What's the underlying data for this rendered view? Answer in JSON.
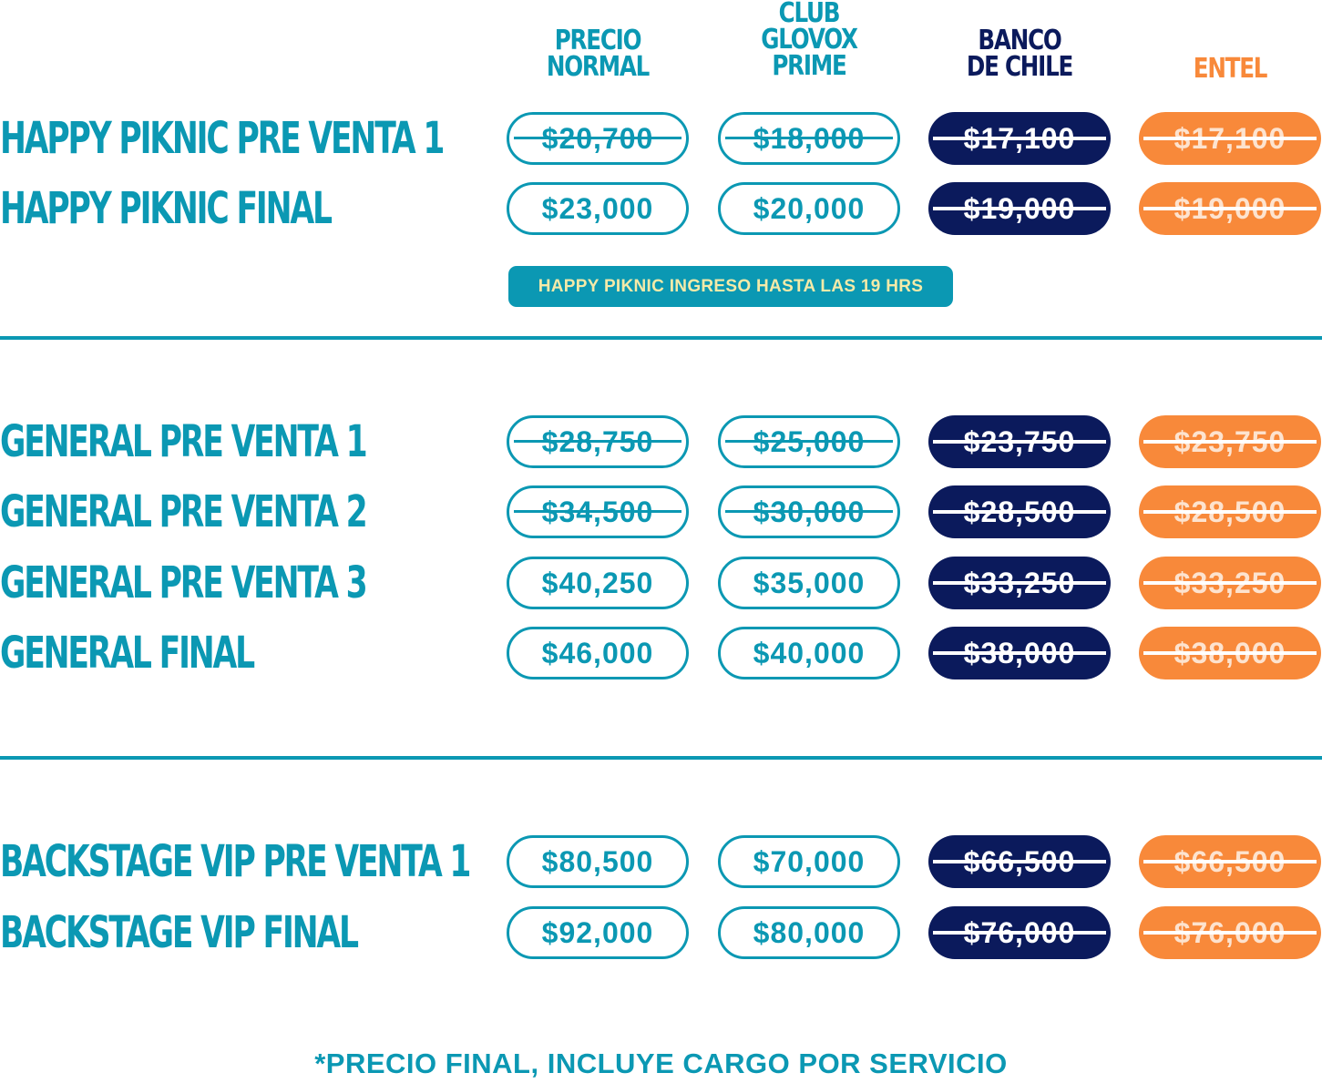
{
  "columns": [
    {
      "lines": [
        "PRECIO",
        "NORMAL"
      ]
    },
    {
      "lines": [
        "CLUB",
        "GLOVOX",
        "PRIME"
      ]
    },
    {
      "lines": [
        "BANCO",
        "DE CHILE"
      ]
    },
    {
      "lines": [
        "ENTEL"
      ]
    }
  ],
  "rows": [
    {
      "label": "HAPPY PIKNIC PRE VENTA 1",
      "prices": [
        "$20,700",
        "$18,000",
        "$17,100",
        "$17,100"
      ],
      "struck": [
        true,
        true,
        true,
        true
      ]
    },
    {
      "label": "HAPPY PIKNIC FINAL",
      "prices": [
        "$23,000",
        "$20,000",
        "$19,000",
        "$19,000"
      ],
      "struck": [
        false,
        false,
        true,
        true
      ]
    },
    {
      "label": "GENERAL PRE VENTA 1",
      "prices": [
        "$28,750",
        "$25,000",
        "$23,750",
        "$23,750"
      ],
      "struck": [
        true,
        true,
        true,
        true
      ]
    },
    {
      "label": "GENERAL PRE VENTA 2",
      "prices": [
        "$34,500",
        "$30,000",
        "$28,500",
        "$28,500"
      ],
      "struck": [
        true,
        true,
        true,
        true
      ]
    },
    {
      "label": "GENERAL PRE VENTA 3",
      "prices": [
        "$40,250",
        "$35,000",
        "$33,250",
        "$33,250"
      ],
      "struck": [
        false,
        false,
        true,
        true
      ]
    },
    {
      "label": "GENERAL FINAL",
      "prices": [
        "$46,000",
        "$40,000",
        "$38,000",
        "$38,000"
      ],
      "struck": [
        false,
        false,
        true,
        true
      ]
    },
    {
      "label": "BACKSTAGE VIP PRE VENTA 1",
      "prices": [
        "$80,500",
        "$70,000",
        "$66,500",
        "$66,500"
      ],
      "struck": [
        false,
        false,
        true,
        true
      ]
    },
    {
      "label": "BACKSTAGE VIP FINAL",
      "prices": [
        "$92,000",
        "$80,000",
        "$76,000",
        "$76,000"
      ],
      "struck": [
        false,
        false,
        true,
        true
      ]
    }
  ],
  "note": "HAPPY PIKNIC INGRESO HASTA LAS 19 HRS",
  "footer": "*PRECIO FINAL, INCLUYE CARGO POR SERVICIO",
  "colors": {
    "teal": "#0b98b3",
    "navy": "#0b1a5c",
    "orange": "#f8893a",
    "note_text": "#f4eaa8"
  }
}
